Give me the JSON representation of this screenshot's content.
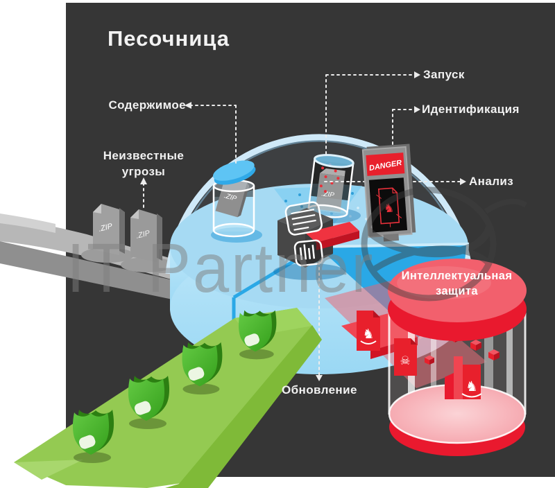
{
  "title": "Песочница",
  "callouts": {
    "contents": "Содержимое",
    "unknown_threats": "Неизвестные\nугрозы",
    "launch": "Запуск",
    "identification": "Идентификация",
    "analysis": "Анализ",
    "update": "Обновление"
  },
  "protection": {
    "label": "Интеллектуальная\nзащита"
  },
  "artwork": {
    "danger_sign": "DANGER",
    "zip_label": ".ZIP",
    "watermark": "IT Partner"
  },
  "colors": {
    "background": "#ffffff",
    "panel": "#363636",
    "text": "#f2f2f2",
    "dome": "#cfe9f8",
    "platform_top": "#a6daf3",
    "platform_accent": "#2aa8e6",
    "safe_green": "#46b327",
    "belt_green": "#94ca52",
    "danger_red": "#e8202c",
    "protection_pink": "#f2606d",
    "file_gray": "#9d9d9d"
  }
}
